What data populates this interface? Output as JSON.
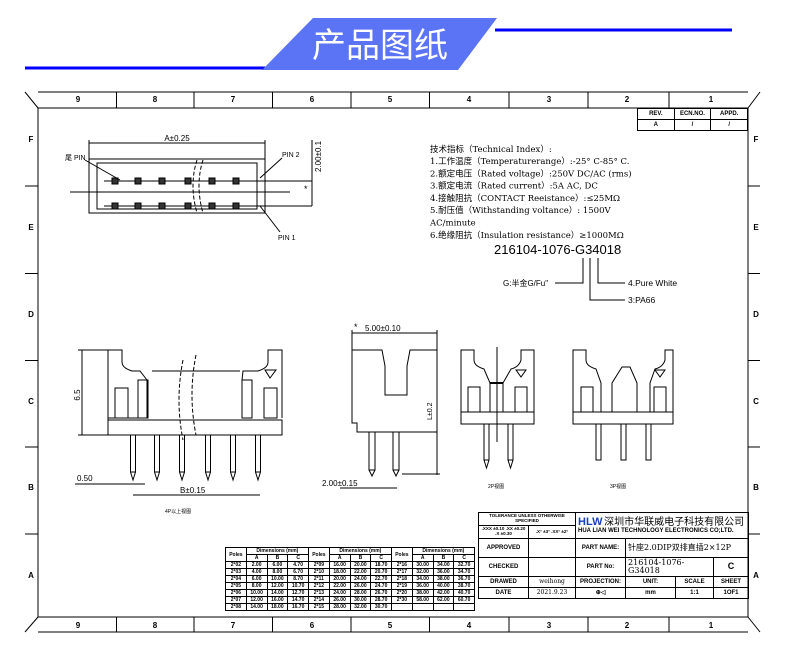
{
  "header": {
    "title": "产品图纸",
    "accent": "#0000ff",
    "banner_color": "#5b73f5"
  },
  "frame": {
    "columns": [
      "9",
      "8",
      "7",
      "6",
      "5",
      "4",
      "3",
      "2",
      "1"
    ],
    "rows": [
      "F",
      "E",
      "D",
      "C",
      "B",
      "A"
    ]
  },
  "revision": {
    "headers": [
      "REV.",
      "ECN.NO.",
      "APPD."
    ],
    "values": [
      "A",
      "/",
      "/"
    ]
  },
  "top_view": {
    "a_dim": "A±0.25",
    "tail_pin": "尾 PIN",
    "pin2": "PIN 2",
    "pin1": "PIN 1",
    "pitch": "2.00±0.1",
    "star": "*"
  },
  "specs": {
    "title": "技术指标（Technical Index）:",
    "lines": [
      "1.工作温度（Temperaturerange）:-25° C-85° C.",
      "2.额定电压（Rated voltage）:250V DC/AC (rms)",
      "3.额定电流（Rated current）:5A AC, DC",
      "4.接触阻抗（CONTACT Reeistance）:≤25MΩ",
      "5.耐压值（Withstanding voltance）: 1500V",
      "AC/minute",
      "6.绝缘阻抗（Insulation resistance）≥1000MΩ"
    ]
  },
  "part_code": {
    "code": "216104-1076-G34018",
    "g": "G:半金G/Fu\"",
    "white": "4.Pure White",
    "pa66": "3:PA66"
  },
  "side_view": {
    "height": "6.5",
    "pin_w": "0.50",
    "b_dim": "B±0.15",
    "caption": "4P以上视图"
  },
  "end_view": {
    "star": "*",
    "width": "5.00±0.10",
    "pitch": "2.00±0.15",
    "l_dim": "L±0.2"
  },
  "view2p": {
    "caption": "2P视图"
  },
  "view3p": {
    "caption": "3P视图"
  },
  "dim_table": {
    "poles_label": "Poles",
    "dims_label": "Dimensions (mm)",
    "cols": [
      "A",
      "B",
      "C"
    ],
    "groups": [
      [
        [
          "2*02",
          "2.00",
          "6.00",
          "4.70"
        ],
        [
          "2*03",
          "4.00",
          "8.00",
          "6.70"
        ],
        [
          "2*04",
          "6.00",
          "10.00",
          "8.70"
        ],
        [
          "2*05",
          "8.00",
          "12.00",
          "10.70"
        ],
        [
          "2*06",
          "10.00",
          "14.00",
          "12.70"
        ],
        [
          "2*07",
          "12.00",
          "16.00",
          "14.70"
        ],
        [
          "2*08",
          "14.00",
          "18.00",
          "16.70"
        ]
      ],
      [
        [
          "2*09",
          "16.00",
          "20.00",
          "18.70"
        ],
        [
          "2*10",
          "18.00",
          "22.00",
          "20.70"
        ],
        [
          "2*11",
          "20.00",
          "24.00",
          "22.70"
        ],
        [
          "2*12",
          "22.00",
          "26.00",
          "24.70"
        ],
        [
          "2*13",
          "24.00",
          "28.00",
          "26.70"
        ],
        [
          "2*14",
          "26.00",
          "30.00",
          "28.70"
        ],
        [
          "2*15",
          "28.00",
          "32.00",
          "30.70"
        ]
      ],
      [
        [
          "2*16",
          "30.00",
          "34.00",
          "32.70"
        ],
        [
          "2*17",
          "32.00",
          "36.00",
          "34.70"
        ],
        [
          "2*18",
          "34.00",
          "38.00",
          "36.70"
        ],
        [
          "2*19",
          "36.00",
          "40.00",
          "38.70"
        ],
        [
          "2*20",
          "38.00",
          "42.00",
          "40.70"
        ],
        [
          "2*30",
          "58.00",
          "62.00",
          "60.70"
        ],
        [
          "",
          "",
          "",
          ""
        ]
      ]
    ]
  },
  "title_block": {
    "tolerance_title": "TOLERANCE UNLESS OTHERWISE SPECIFIED",
    "tol_left": ".XXX ±0.10  .XX ±0.20  .X ±0.30",
    "tol_right": ".X° ±3°  .XX° ±2°",
    "logo": "HLW",
    "company_cn": "深圳市华联威电子科技有限公司",
    "company_en": "HUA LIAN WEI TECHNOLOGY ELECTRONICS CO;LTD.",
    "approved": "APPROVED",
    "checked": "CHECKED",
    "drawed": "DRAWED",
    "drawer": "weihong",
    "date_label": "DATE",
    "date": "2021.9.23",
    "part_name_label": "PART NAME:",
    "part_name": "针座2.0DIP双排直插2×12P",
    "part_no_label": "PART No:",
    "part_no": "216104-1076-G34018",
    "part_rev": "C",
    "projection": "PROJECTION:",
    "unit_label": "UNIT:",
    "unit": "mm",
    "scale_label": "SCALE",
    "scale": "1:1",
    "sheet_label": "SHEET",
    "sheet": "1OF1",
    "rev_label": "REV.",
    "rev": "A"
  }
}
